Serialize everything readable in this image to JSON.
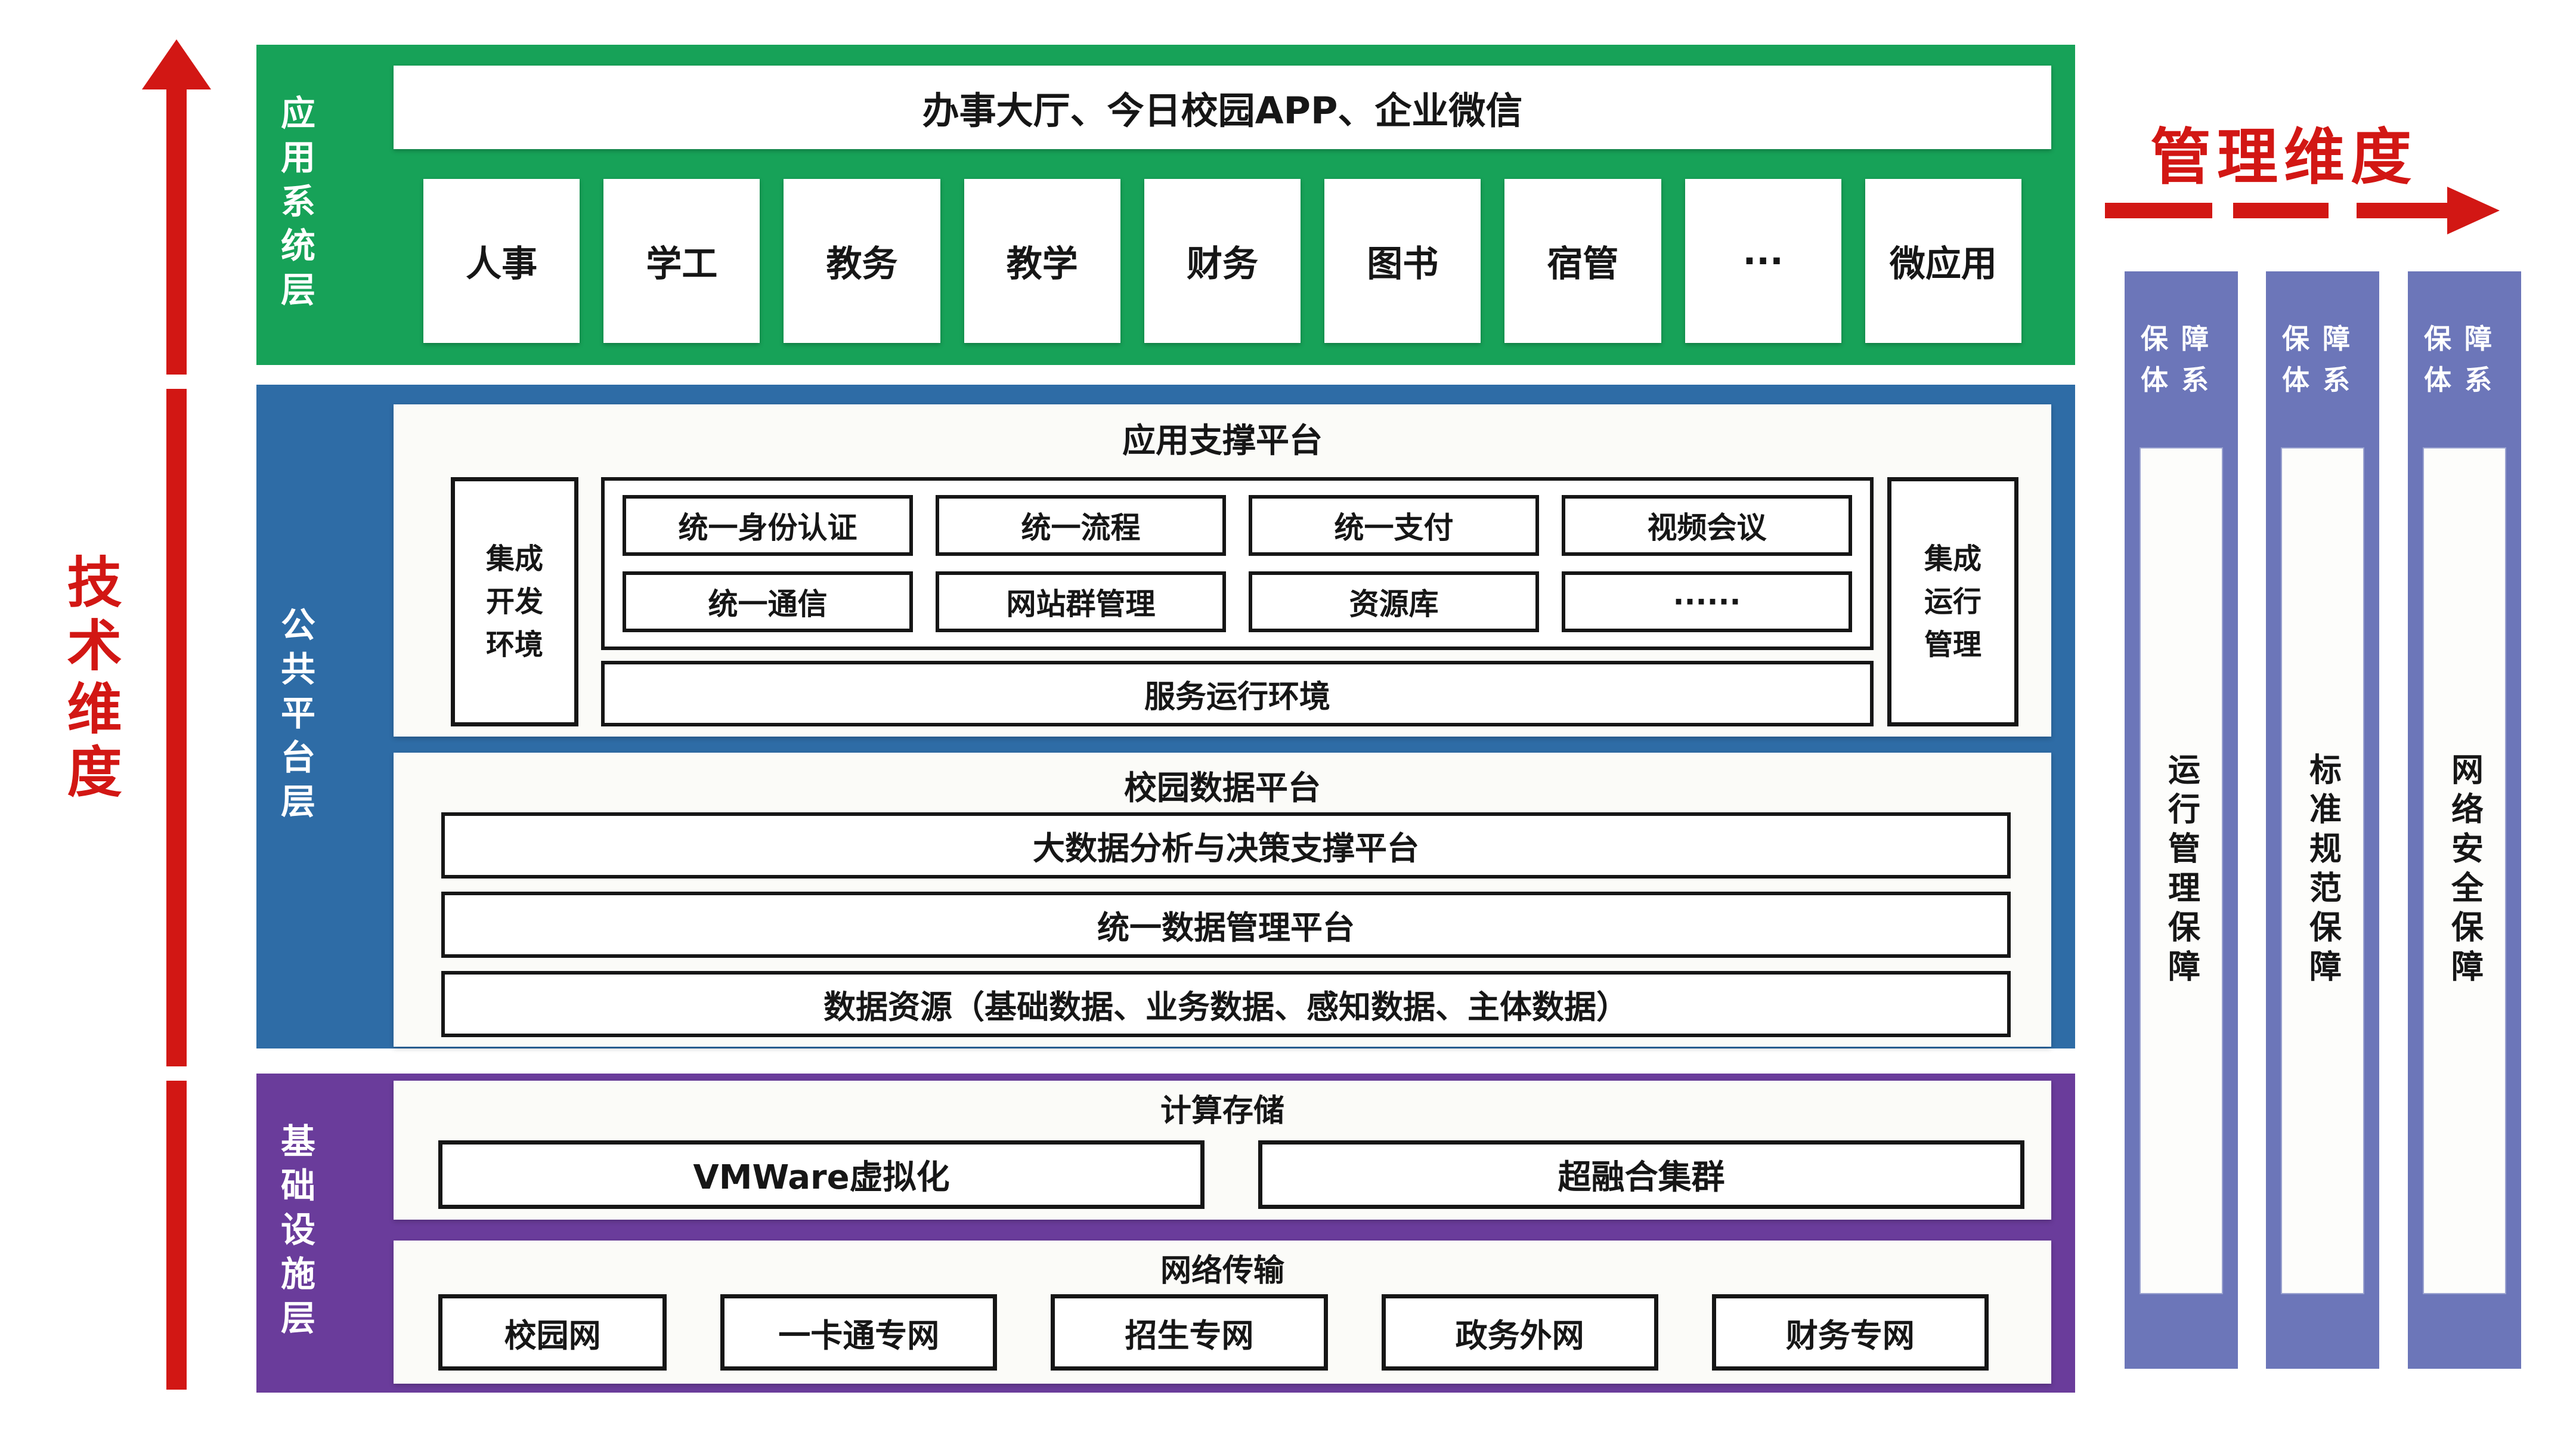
{
  "dimensions": {
    "tech_label": "技术维度",
    "mgmt_label": "管理维度"
  },
  "layers": {
    "app": {
      "label": "应用系统层",
      "portal": "办事大厅、今日校园APP、企业微信",
      "systems": [
        "人事",
        "学工",
        "教务",
        "教学",
        "财务",
        "图书",
        "宿管",
        "···",
        "微应用"
      ]
    },
    "platform": {
      "label": "公共平台层",
      "support": {
        "title": "应用支撑平台",
        "left_box": "集成开发环境",
        "right_box": "集成运行管理",
        "row1": [
          "统一身份认证",
          "统一流程",
          "统一支付",
          "视频会议"
        ],
        "row2": [
          "统一通信",
          "网站群管理",
          "资源库",
          "······"
        ],
        "bottom": "服务运行环境"
      },
      "data": {
        "title": "校园数据平台",
        "rows": [
          "大数据分析与决策支撑平台",
          "统一数据管理平台",
          "数据资源（基础数据、业务数据、感知数据、主体数据）"
        ]
      }
    },
    "infra": {
      "label": "基础设施层",
      "compute": {
        "title": "计算存储",
        "boxes": [
          "VMWare虚拟化",
          "超融合集群"
        ]
      },
      "network": {
        "title": "网络传输",
        "boxes": [
          "校园网",
          "一卡通专网",
          "招生专网",
          "政务外网",
          "财务专网"
        ]
      }
    }
  },
  "pillars": {
    "header": "保障体系",
    "items": [
      "运行管理保障",
      "标准规范保障",
      "网络安全保障"
    ]
  },
  "colors": {
    "app_layer_green": "#17a258",
    "platform_layer_blue": "#2e6ca6",
    "infra_layer_purple": "#6a3c9b",
    "pillar_lavender": "#6c76b9",
    "accent_red": "#d21714"
  }
}
